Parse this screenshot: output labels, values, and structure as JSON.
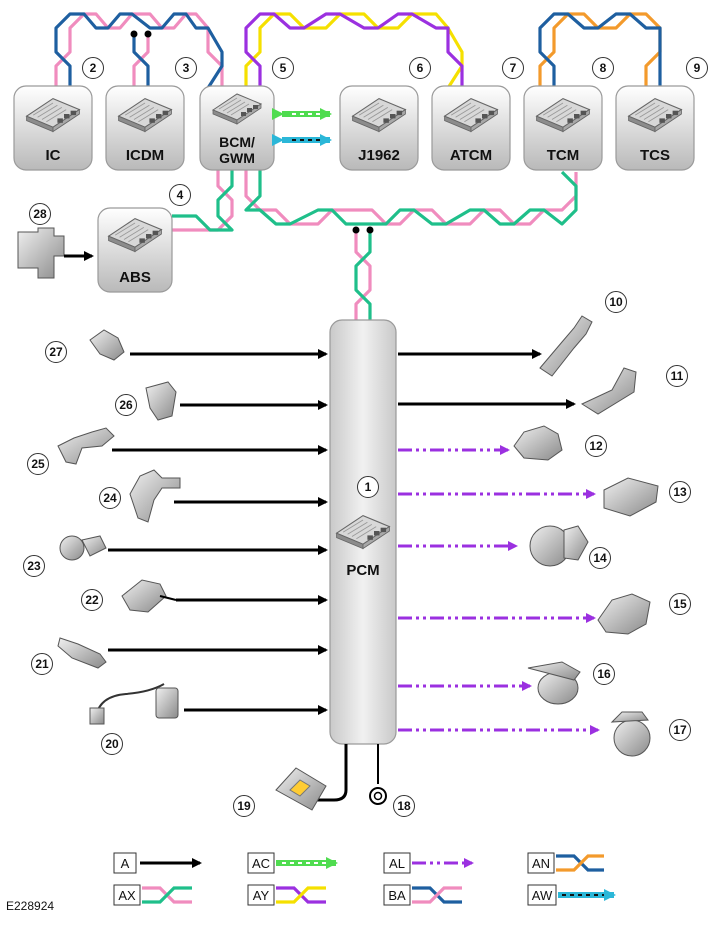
{
  "modules": {
    "ic": "IC",
    "icdm": "ICDM",
    "bcm_line1": "BCM/",
    "bcm_line2": "GWM",
    "j1962": "J1962",
    "atcm": "ATCM",
    "tcm": "TCM",
    "tcs": "TCS",
    "abs": "ABS",
    "pcm": "PCM"
  },
  "callouts": [
    "1",
    "2",
    "3",
    "4",
    "5",
    "6",
    "7",
    "8",
    "9",
    "10",
    "11",
    "12",
    "13",
    "14",
    "15",
    "16",
    "17",
    "18",
    "19",
    "20",
    "21",
    "22",
    "23",
    "24",
    "25",
    "26",
    "27",
    "28"
  ],
  "legend": [
    {
      "code": "A",
      "meaning": "black-arrow"
    },
    {
      "code": "AX",
      "meaning": "pink-green-twisted-pair"
    },
    {
      "code": "AC",
      "meaning": "green-dashed-arrow"
    },
    {
      "code": "AY",
      "meaning": "purple-yellow-twisted-pair"
    },
    {
      "code": "AL",
      "meaning": "purple-dash-dot-arrow"
    },
    {
      "code": "BA",
      "meaning": "blue-pink-twisted-pair"
    },
    {
      "code": "AN",
      "meaning": "blue-orange-twisted-pair"
    },
    {
      "code": "AW",
      "meaning": "blue-dashed-arrow"
    }
  ],
  "reference": "E228924",
  "colors": {
    "pink": "#f08cbe",
    "green": "#1fbf8a",
    "blue": "#1e5fa0",
    "orange": "#f39a2c",
    "yellow": "#f5e000",
    "purple": "#9b30e0",
    "arrow_green": "#4fdc4f",
    "arrow_blue": "#2bb7d8"
  }
}
